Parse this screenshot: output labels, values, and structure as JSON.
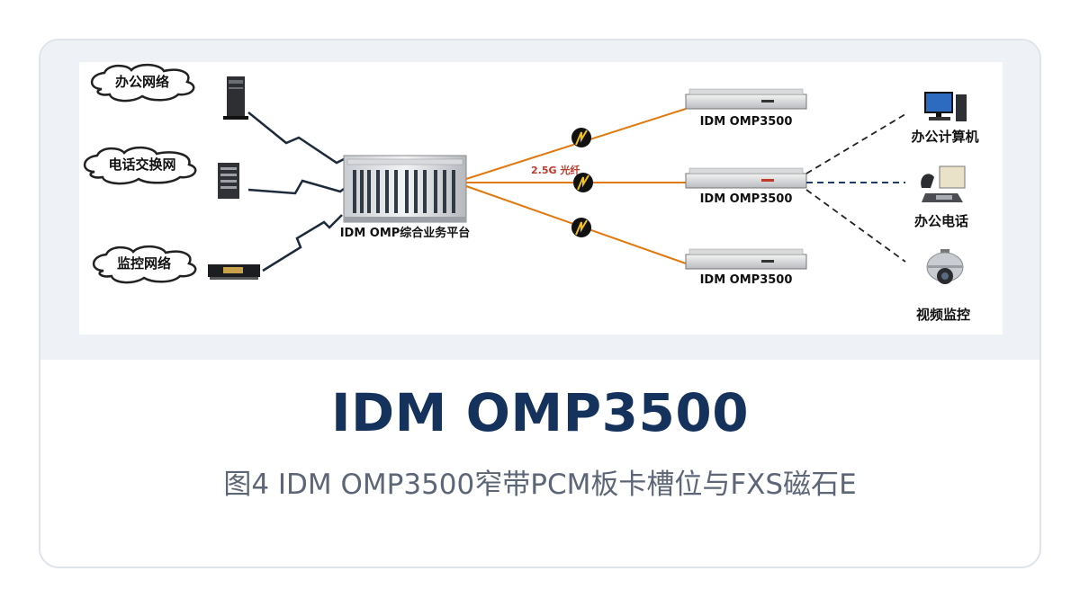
{
  "figure": {
    "clouds": [
      "办公网络",
      "电话交换网",
      "监控网络"
    ],
    "platform_label": "IDM OMP综合业务平台",
    "link_label": "2.5G 光纤",
    "devices": [
      "IDM OMP3500",
      "IDM OMP3500",
      "IDM OMP3500"
    ],
    "endpoints": [
      "办公计算机",
      "办公电话",
      "视频监控"
    ]
  },
  "title": "IDM OMP3500",
  "caption": "图4 IDM OMP3500窄带PCM板卡槽位与FXS磁石E",
  "colors": {
    "title": "#14325c",
    "caption": "#5d6677",
    "fiber": "#e07a10",
    "band": "#eef1f6"
  }
}
